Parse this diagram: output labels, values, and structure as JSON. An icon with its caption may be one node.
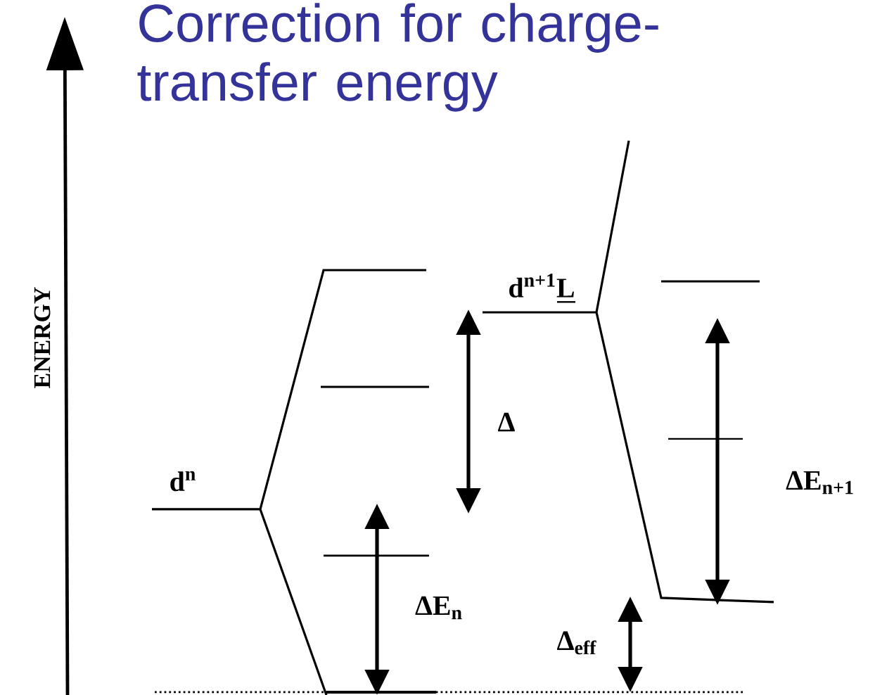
{
  "diagram": {
    "title": "Correction for charge-transfer energy",
    "labels": [
      "ENERGY",
      "d$^{n}$",
      "d$^{n+1}$L",
      "Δ",
      "ΔE$_{n}$",
      "ΔE$_{n+1}$",
      "Δ$_{eff}$"
    ]
  }
}
